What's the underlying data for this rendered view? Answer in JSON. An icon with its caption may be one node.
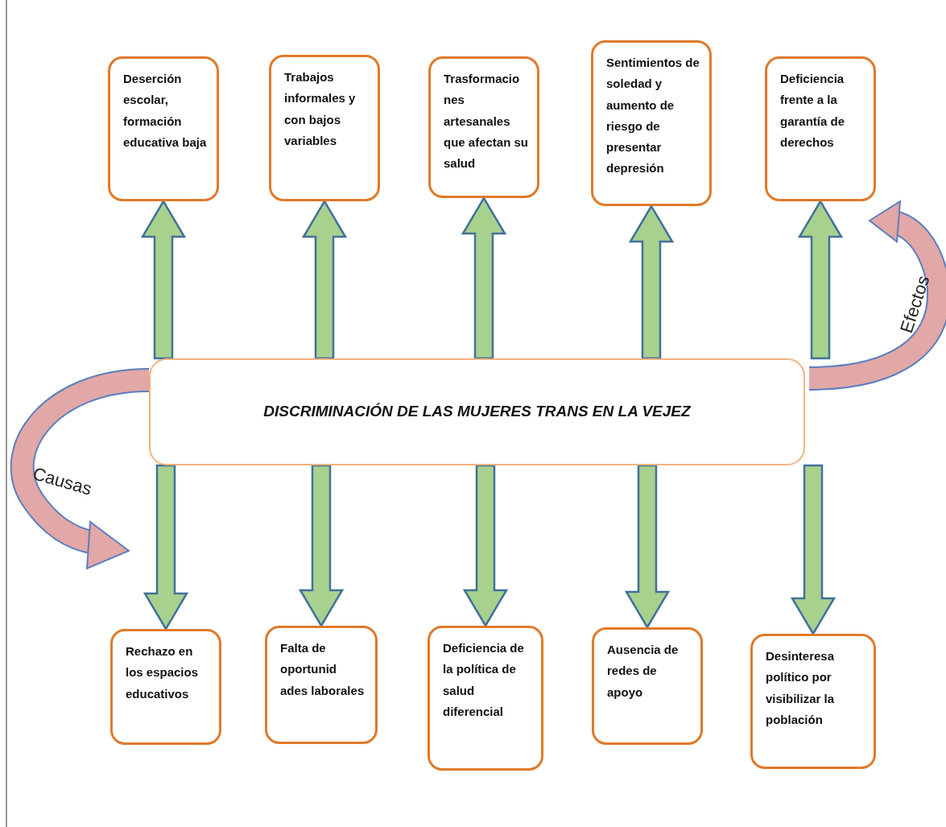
{
  "diagram": {
    "nodes": [
      {
        "text": [
          "Deserción escolar, formación educativa baja"
        ]
      },
      {
        "text": [
          "Trabajos informales y con bajos variables"
        ]
      },
      {
        "text": [
          "Trasformacio nes artesanales que afectan su salud"
        ]
      },
      {
        "text": [
          "Sentimientos de soledad y aumento de riesgo de presentar depresión"
        ]
      },
      {
        "text": [
          "Deficiencia frente a la garantía de derechos"
        ]
      },
      {
        "text": [
          "DISCRIMINACIÓN DE LAS MUJERES TRANS EN LA VEJEZ"
        ]
      },
      {
        "text": [
          "Rechazo en los espacios educativos"
        ]
      },
      {
        "text": [
          "Falta de oportunid ades laborales"
        ]
      },
      {
        "text": [
          "Deficiencia de la política de salud diferencial"
        ]
      },
      {
        "text": [
          "Ausencia de redes de apoyo"
        ]
      },
      {
        "text": [
          "Desinteresa político por visibilizar la población"
        ]
      }
    ],
    "edges": [
      {
        "from": 5,
        "to": 0,
        "arrow": "to",
        "style": "thick"
      },
      {
        "from": 5,
        "to": 1,
        "arrow": "to",
        "style": "thick"
      },
      {
        "from": 5,
        "to": 2,
        "arrow": "to",
        "style": "thick"
      },
      {
        "from": 5,
        "to": 3,
        "arrow": "to",
        "style": "thick"
      },
      {
        "from": 5,
        "to": 4,
        "arrow": "to",
        "style": "thick"
      },
      {
        "from": 5,
        "to": 6,
        "arrow": "to",
        "style": "thick"
      },
      {
        "from": 5,
        "to": 7,
        "arrow": "to",
        "style": "thick"
      },
      {
        "from": 5,
        "to": 8,
        "arrow": "to",
        "style": "thick"
      },
      {
        "from": 5,
        "to": 9,
        "arrow": "to",
        "style": "thick"
      },
      {
        "from": 5,
        "to": 10,
        "arrow": "to",
        "style": "thick"
      }
    ],
    "labels": [
      "Efectos",
      "Causas"
    ]
  }
}
